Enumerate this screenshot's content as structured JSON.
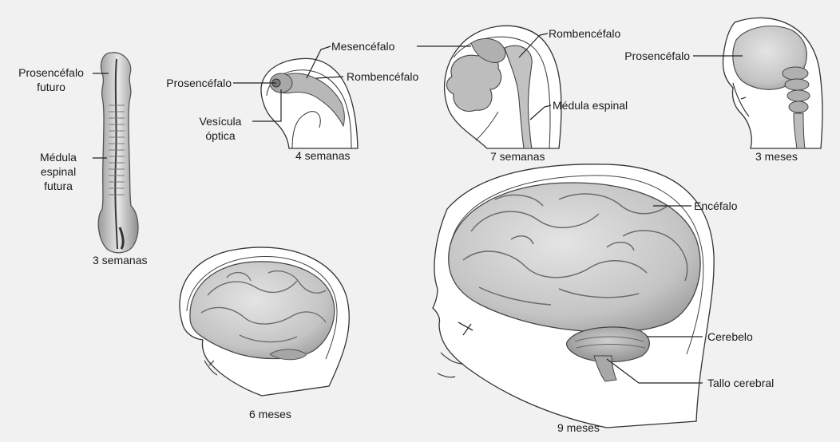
{
  "stages": {
    "w3": {
      "caption": "3 semanas",
      "labels": {
        "prosencefalo_futuro": [
          "Prosencéfalo",
          "futuro"
        ],
        "medula_futura": [
          "Médula",
          "espinal",
          "futura"
        ]
      }
    },
    "w4": {
      "caption": "4 semanas",
      "labels": {
        "mesencefalo": "Mesencéfalo",
        "prosencefalo": "Prosencéfalo",
        "rombencefalo": "Rombencéfalo",
        "vesicula": [
          "Vesícula",
          "óptica"
        ]
      }
    },
    "w7": {
      "caption": "7 semanas",
      "labels": {
        "rombencefalo": "Rombencéfalo",
        "medula": "Médula espinal"
      }
    },
    "m3": {
      "caption": "3 meses",
      "labels": {
        "prosencefalo": "Prosencéfalo"
      }
    },
    "m6": {
      "caption": "6 meses"
    },
    "m9": {
      "caption": "9 meses",
      "labels": {
        "encefalo": "Encéfalo",
        "cerebelo": "Cerebelo",
        "tallo": "Tallo cerebral"
      }
    }
  }
}
